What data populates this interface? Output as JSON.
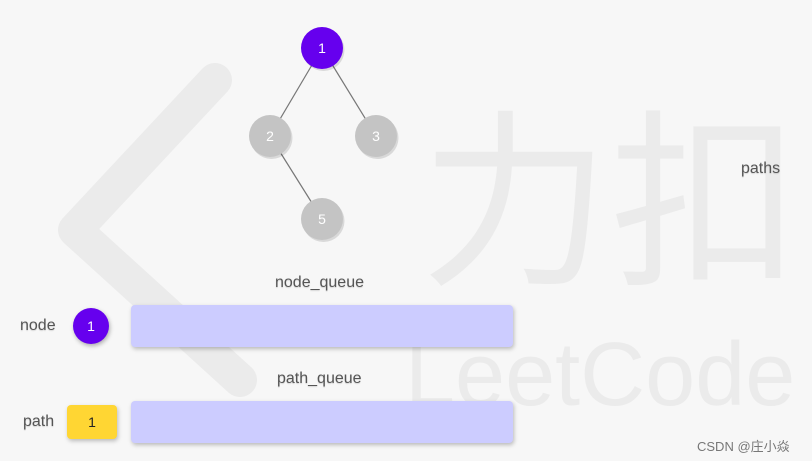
{
  "colors": {
    "background": "#f7f7f7",
    "active_node": "#6600ee",
    "inactive_node": "#c4c4c4",
    "edge": "#777777",
    "queue_fill": "#ccccff",
    "path_chip": "#ffd633",
    "watermark": "#ebebeb"
  },
  "tree": {
    "nodes": [
      {
        "id": "n1",
        "value": "1",
        "state": "active"
      },
      {
        "id": "n2",
        "value": "2",
        "state": "inactive"
      },
      {
        "id": "n3",
        "value": "3",
        "state": "inactive"
      },
      {
        "id": "n5",
        "value": "5",
        "state": "inactive"
      }
    ],
    "edges": [
      {
        "from": "n1",
        "to": "n2"
      },
      {
        "from": "n1",
        "to": "n3"
      },
      {
        "from": "n2",
        "to": "n5"
      }
    ]
  },
  "labels": {
    "paths": "paths",
    "node_queue": "node_queue",
    "path_queue": "path_queue",
    "node": "node",
    "path": "path"
  },
  "current": {
    "node_value": "1",
    "path_value": "1"
  },
  "watermark": {
    "brand_cn": "力扣",
    "brand_en": "LeetCode",
    "credit": "CSDN @庄小焱"
  }
}
